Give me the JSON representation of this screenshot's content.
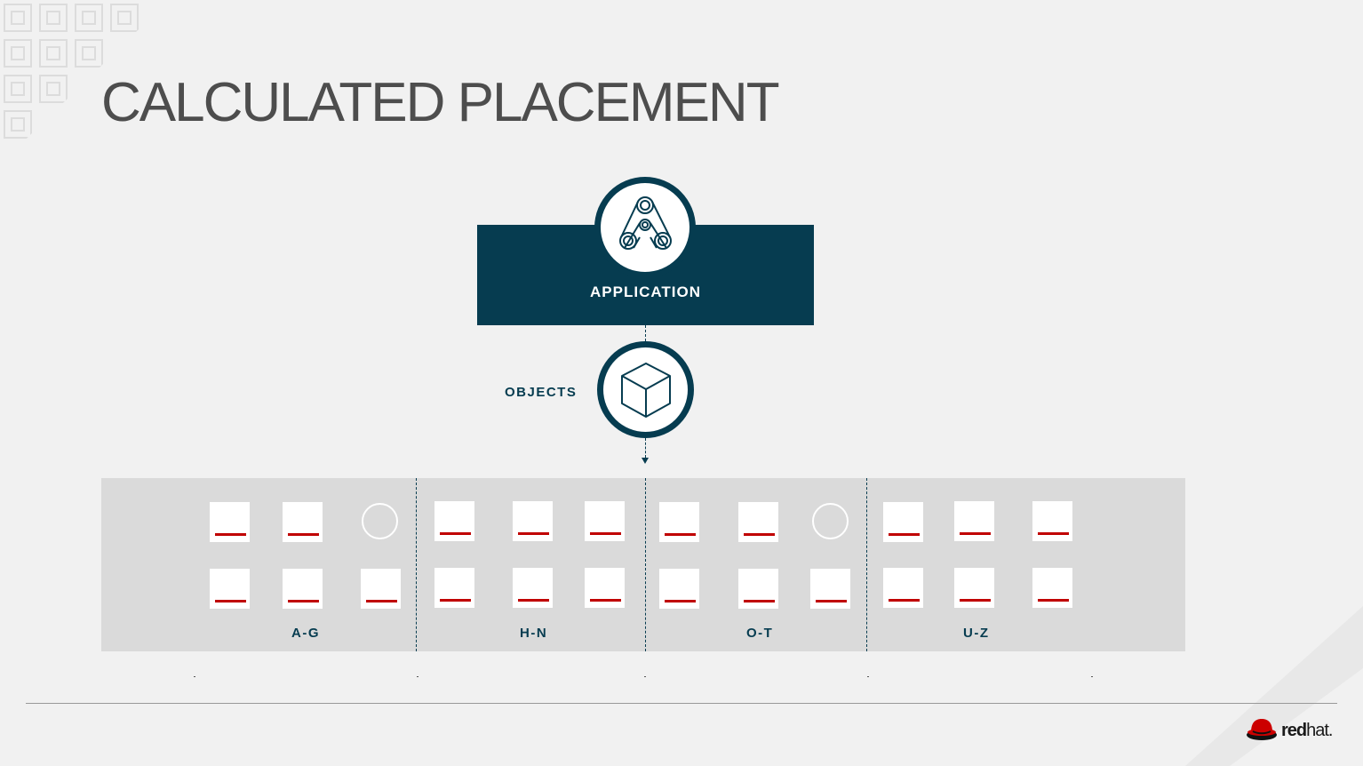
{
  "slide": {
    "title": "CALCULATED PLACEMENT"
  },
  "application": {
    "label": "APPLICATION",
    "icon": "application-icon"
  },
  "objects": {
    "label": "OBJECTS",
    "icon": "cube-icon"
  },
  "groups": [
    {
      "label": "A-G"
    },
    {
      "label": "H-N"
    },
    {
      "label": "O-T"
    },
    {
      "label": "U-Z"
    }
  ],
  "colors": {
    "brand_dark": "#063c50",
    "accent_red": "#c00000",
    "cluster_bg": "#dadada",
    "page_bg": "#f1f1f1"
  },
  "footer": {
    "logo_bold": "red",
    "logo_light": "hat."
  }
}
